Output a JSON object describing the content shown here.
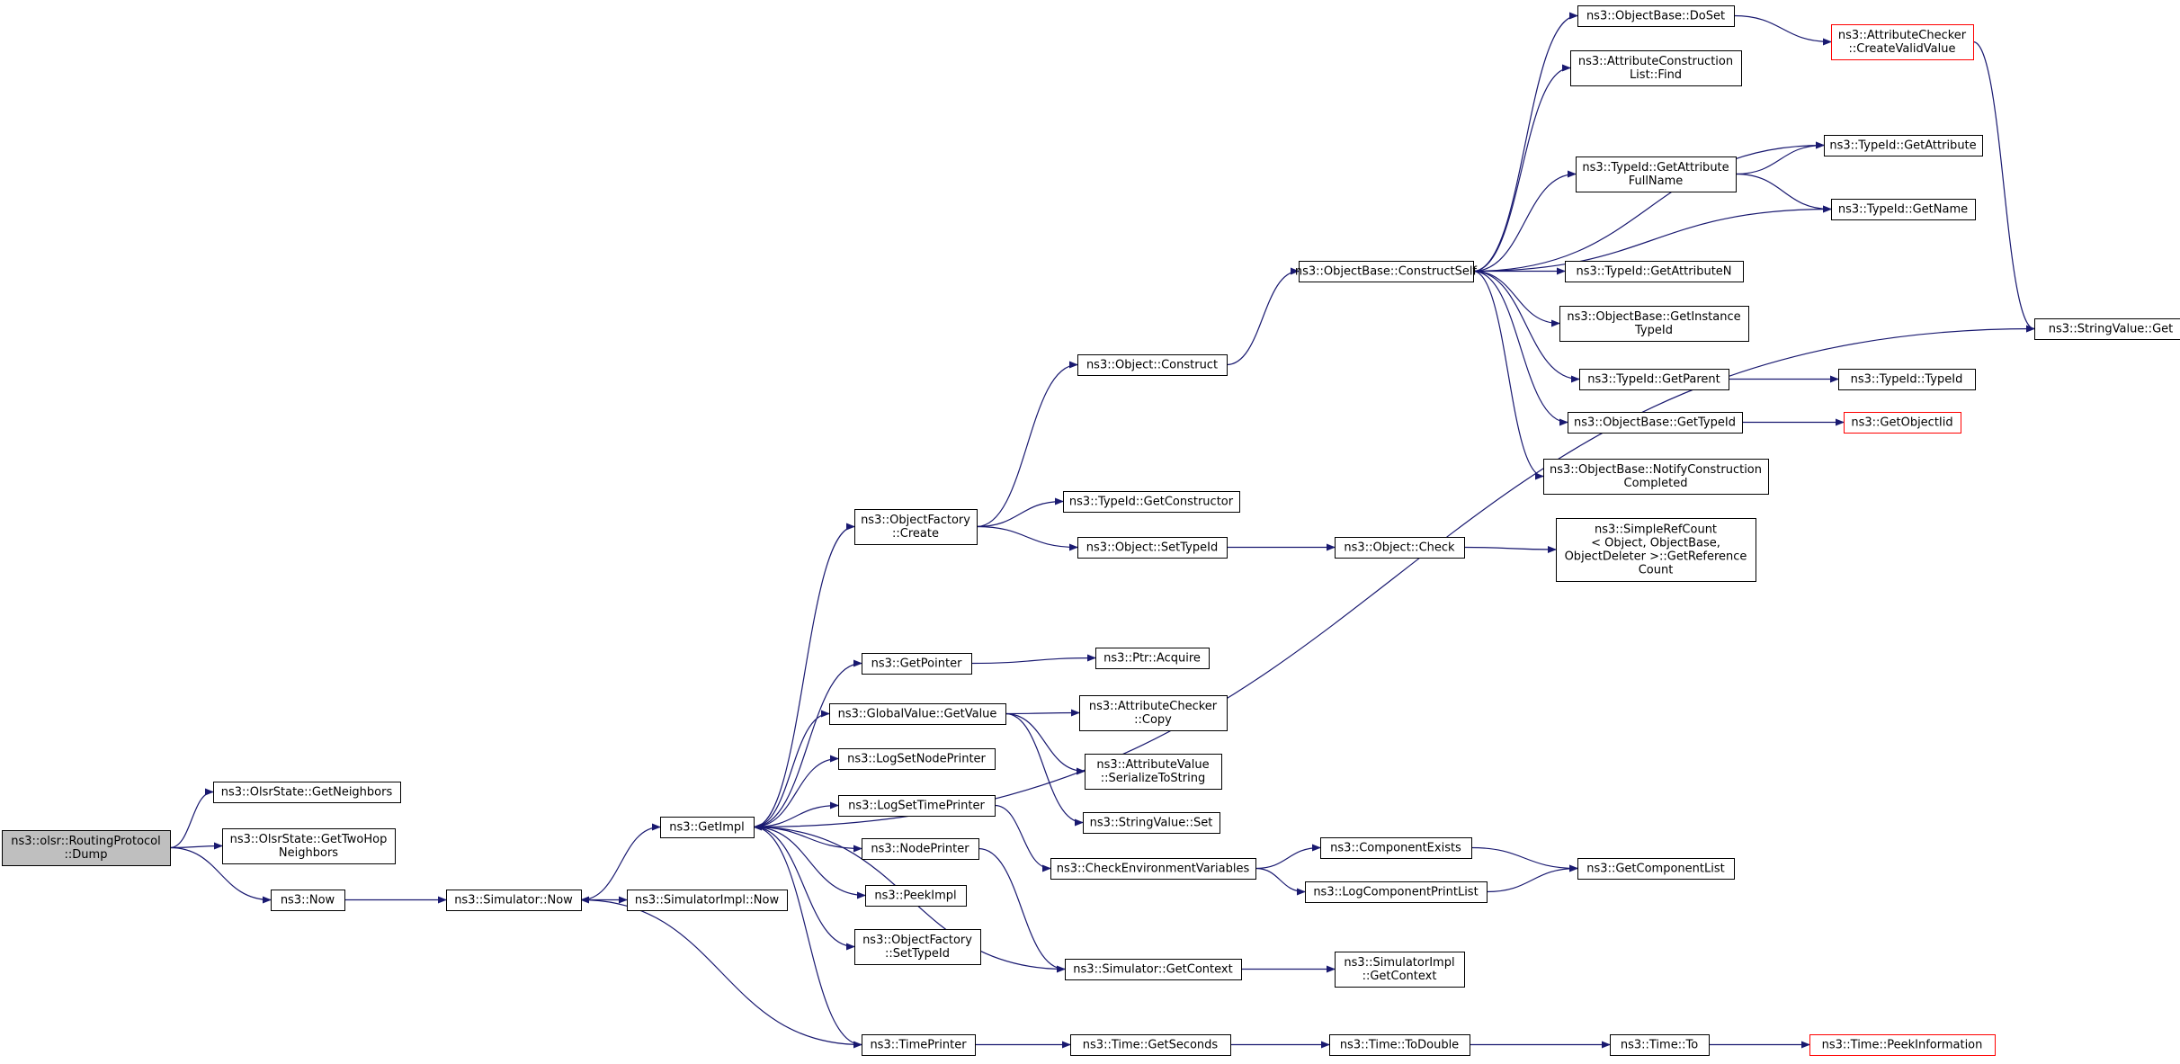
{
  "colors": {
    "edge": "#191970",
    "node_border": "#000000",
    "node_border_truncated": "#ff0000",
    "root_fill": "#bfbfbf",
    "node_fill": "#ffffff"
  },
  "nodes": [
    {
      "id": "dump",
      "lines": [
        "ns3::olsr::RoutingProtocol",
        "::Dump"
      ],
      "root": true
    },
    {
      "id": "getneighbors",
      "lines": [
        "ns3::OlsrState::GetNeighbors"
      ]
    },
    {
      "id": "gettwohop",
      "lines": [
        "ns3::OlsrState::GetTwoHop",
        "Neighbors"
      ]
    },
    {
      "id": "now",
      "lines": [
        "ns3::Now"
      ]
    },
    {
      "id": "simnow",
      "lines": [
        "ns3::Simulator::Now"
      ]
    },
    {
      "id": "simimplnow",
      "lines": [
        "ns3::SimulatorImpl::Now"
      ]
    },
    {
      "id": "getimpl",
      "lines": [
        "ns3::GetImpl"
      ]
    },
    {
      "id": "ofcreate",
      "lines": [
        "ns3::ObjectFactory",
        "::Create"
      ]
    },
    {
      "id": "getpointer",
      "lines": [
        "ns3::GetPointer"
      ]
    },
    {
      "id": "gvgetvalue",
      "lines": [
        "ns3::GlobalValue::GetValue"
      ]
    },
    {
      "id": "logsetnode",
      "lines": [
        "ns3::LogSetNodePrinter"
      ]
    },
    {
      "id": "logsettime",
      "lines": [
        "ns3::LogSetTimePrinter"
      ]
    },
    {
      "id": "nodeprinter",
      "lines": [
        "ns3::NodePrinter"
      ]
    },
    {
      "id": "peekimpl",
      "lines": [
        "ns3::PeekImpl"
      ]
    },
    {
      "id": "ofsettypeid",
      "lines": [
        "ns3::ObjectFactory",
        "::SetTypeId"
      ]
    },
    {
      "id": "timeprinter",
      "lines": [
        "ns3::TimePrinter"
      ]
    },
    {
      "id": "objconstruct",
      "lines": [
        "ns3::Object::Construct"
      ]
    },
    {
      "id": "getconstructor",
      "lines": [
        "ns3::TypeId::GetConstructor"
      ]
    },
    {
      "id": "objsettypeid",
      "lines": [
        "ns3::Object::SetTypeId"
      ]
    },
    {
      "id": "ptracquire",
      "lines": [
        "ns3::Ptr::Acquire"
      ]
    },
    {
      "id": "accopy",
      "lines": [
        "ns3::AttributeChecker",
        "::Copy"
      ]
    },
    {
      "id": "avserialize",
      "lines": [
        "ns3::AttributeValue",
        "::SerializeToString"
      ]
    },
    {
      "id": "svset",
      "lines": [
        "ns3::StringValue::Set"
      ]
    },
    {
      "id": "checkenv",
      "lines": [
        "ns3::CheckEnvironmentVariables"
      ]
    },
    {
      "id": "simgetcontext",
      "lines": [
        "ns3::Simulator::GetContext"
      ]
    },
    {
      "id": "timegetseconds",
      "lines": [
        "ns3::Time::GetSeconds"
      ]
    },
    {
      "id": "constructself",
      "lines": [
        "ns3::ObjectBase::ConstructSelf"
      ]
    },
    {
      "id": "objcheck",
      "lines": [
        "ns3::Object::Check"
      ]
    },
    {
      "id": "compexists",
      "lines": [
        "ns3::ComponentExists"
      ]
    },
    {
      "id": "logcompprint",
      "lines": [
        "ns3::LogComponentPrintList"
      ]
    },
    {
      "id": "simimplgetctx",
      "lines": [
        "ns3::SimulatorImpl",
        "::GetContext"
      ]
    },
    {
      "id": "timetodouble",
      "lines": [
        "ns3::Time::ToDouble"
      ]
    },
    {
      "id": "doset",
      "lines": [
        "ns3::ObjectBase::DoSet"
      ]
    },
    {
      "id": "aclfind",
      "lines": [
        "ns3::AttributeConstruction",
        "List::Find"
      ]
    },
    {
      "id": "getattrfullname",
      "lines": [
        "ns3::TypeId::GetAttribute",
        "FullName"
      ]
    },
    {
      "id": "getattributen",
      "lines": [
        "ns3::TypeId::GetAttributeN"
      ]
    },
    {
      "id": "getinstancetypeid",
      "lines": [
        "ns3::ObjectBase::GetInstance",
        "TypeId"
      ]
    },
    {
      "id": "getparent",
      "lines": [
        "ns3::TypeId::GetParent"
      ]
    },
    {
      "id": "obgettypeid",
      "lines": [
        "ns3::ObjectBase::GetTypeId"
      ]
    },
    {
      "id": "notifyconstruction",
      "lines": [
        "ns3::ObjectBase::NotifyConstruction",
        "Completed"
      ]
    },
    {
      "id": "simplerefcount",
      "lines": [
        "ns3::SimpleRefCount",
        "< Object, ObjectBase,",
        "ObjectDeleter >::GetReference",
        "Count"
      ]
    },
    {
      "id": "getcomponentlist",
      "lines": [
        "ns3::GetComponentList"
      ]
    },
    {
      "id": "timeto",
      "lines": [
        "ns3::Time::To"
      ]
    },
    {
      "id": "createvalidvalue",
      "lines": [
        "ns3::AttributeChecker",
        "::CreateValidValue"
      ],
      "truncated": true
    },
    {
      "id": "getattribute",
      "lines": [
        "ns3::TypeId::GetAttribute"
      ]
    },
    {
      "id": "getname",
      "lines": [
        "ns3::TypeId::GetName"
      ]
    },
    {
      "id": "typeidtypeid",
      "lines": [
        "ns3::TypeId::TypeId"
      ]
    },
    {
      "id": "getobjectiid",
      "lines": [
        "ns3::GetObjectIid"
      ],
      "truncated": true
    },
    {
      "id": "peekinformation",
      "lines": [
        "ns3::Time::PeekInformation"
      ],
      "truncated": true
    },
    {
      "id": "svget",
      "lines": [
        "ns3::StringValue::Get"
      ]
    }
  ],
  "edges": [
    [
      "dump",
      "getneighbors"
    ],
    [
      "dump",
      "gettwohop"
    ],
    [
      "dump",
      "now"
    ],
    [
      "now",
      "simnow"
    ],
    [
      "simnow",
      "simimplnow"
    ],
    [
      "simnow",
      "getimpl"
    ],
    [
      "getimpl",
      "ofcreate"
    ],
    [
      "getimpl",
      "svget"
    ],
    [
      "getimpl",
      "getpointer"
    ],
    [
      "getimpl",
      "gvgetvalue"
    ],
    [
      "getimpl",
      "logsetnode"
    ],
    [
      "getimpl",
      "logsettime"
    ],
    [
      "getimpl",
      "nodeprinter"
    ],
    [
      "getimpl",
      "peekimpl"
    ],
    [
      "getimpl",
      "ofsettypeid"
    ],
    [
      "getimpl",
      "timeprinter"
    ],
    [
      "simgetcontext",
      "getimpl"
    ],
    [
      "timeprinter",
      "simnow"
    ],
    [
      "ofcreate",
      "objconstruct"
    ],
    [
      "ofcreate",
      "getconstructor"
    ],
    [
      "ofcreate",
      "objsettypeid"
    ],
    [
      "objconstruct",
      "constructself"
    ],
    [
      "objsettypeid",
      "objcheck"
    ],
    [
      "objcheck",
      "simplerefcount"
    ],
    [
      "getpointer",
      "ptracquire"
    ],
    [
      "gvgetvalue",
      "accopy"
    ],
    [
      "gvgetvalue",
      "avserialize"
    ],
    [
      "gvgetvalue",
      "svset"
    ],
    [
      "logsettime",
      "checkenv"
    ],
    [
      "nodeprinter",
      "simgetcontext"
    ],
    [
      "checkenv",
      "compexists"
    ],
    [
      "checkenv",
      "logcompprint"
    ],
    [
      "compexists",
      "getcomponentlist"
    ],
    [
      "logcompprint",
      "getcomponentlist"
    ],
    [
      "simgetcontext",
      "simimplgetctx"
    ],
    [
      "timeprinter",
      "timegetseconds"
    ],
    [
      "timegetseconds",
      "timetodouble"
    ],
    [
      "timetodouble",
      "timeto"
    ],
    [
      "timeto",
      "peekinformation"
    ],
    [
      "constructself",
      "doset"
    ],
    [
      "constructself",
      "aclfind"
    ],
    [
      "constructself",
      "getattribute"
    ],
    [
      "constructself",
      "getattrfullname"
    ],
    [
      "constructself",
      "getname"
    ],
    [
      "constructself",
      "getattributen"
    ],
    [
      "constructself",
      "getinstancetypeid"
    ],
    [
      "constructself",
      "getparent"
    ],
    [
      "constructself",
      "obgettypeid"
    ],
    [
      "constructself",
      "notifyconstruction"
    ],
    [
      "doset",
      "createvalidvalue"
    ],
    [
      "createvalidvalue",
      "svget"
    ],
    [
      "getattrfullname",
      "getattribute"
    ],
    [
      "getattrfullname",
      "getname"
    ],
    [
      "getparent",
      "typeidtypeid"
    ],
    [
      "obgettypeid",
      "getobjectiid"
    ]
  ]
}
